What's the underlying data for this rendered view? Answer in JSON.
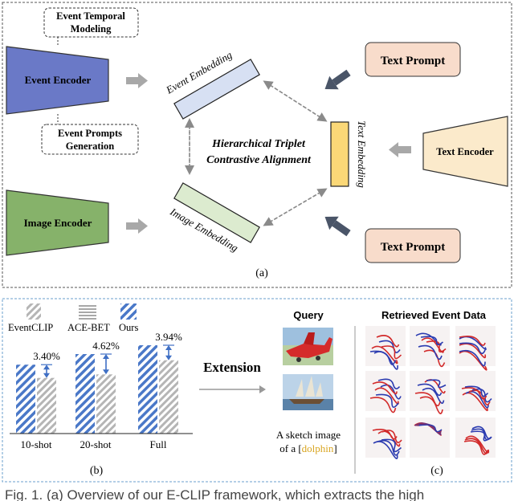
{
  "panel_a": {
    "event_encoder": "Event Encoder",
    "image_encoder": "Image Encoder",
    "text_encoder": "Text Encoder",
    "temporal_modeling": [
      "Event Temporal",
      "Modeling"
    ],
    "prompts_generation": [
      "Event Prompts",
      "Generation"
    ],
    "event_embedding": "Event Embedding",
    "image_embedding": "Image Embedding",
    "text_embedding": "Text Embedding",
    "alignment": [
      "Hierarchical Triplet",
      "Contrastive Alignment"
    ],
    "text_prompt_top": "Text Prompt",
    "text_prompt_bottom": "Text Prompt",
    "caption": "(a)"
  },
  "panel_b": {
    "legend": [
      "EventCLIP",
      "ACE-BET",
      "Ours"
    ],
    "categories": [
      "10-shot",
      "20-shot",
      "Full"
    ],
    "gains": [
      "3.40%",
      "4.62%",
      "3.94%"
    ],
    "caption": "(b)"
  },
  "chart_data": {
    "type": "bar",
    "categories": [
      "10-shot",
      "20-shot",
      "Full"
    ],
    "series": [
      {
        "name": "Ours",
        "values": [
          0.78,
          0.9,
          1.0
        ]
      },
      {
        "name": "EventCLIP",
        "values": [
          0.63,
          0.67,
          0.83
        ]
      }
    ],
    "annotations": [
      "3.40%",
      "4.62%",
      "3.94%"
    ],
    "colors": {
      "ours": "#4a78c8",
      "eventclip": "#b5b5b5",
      "arrow": "#3f6fc4"
    }
  },
  "extension": "Extension",
  "panel_c": {
    "query_title": "Query",
    "retrieved_title": "Retrieved Event Data",
    "sketch_line1": "A sketch image",
    "sketch_line2_pre": "of a [",
    "sketch_word": "dolphin",
    "sketch_line2_post": "]",
    "caption": "(c)"
  },
  "figure_caption": "Fig. 1. (a) Overview of our E-CLIP framework, which extracts the high"
}
